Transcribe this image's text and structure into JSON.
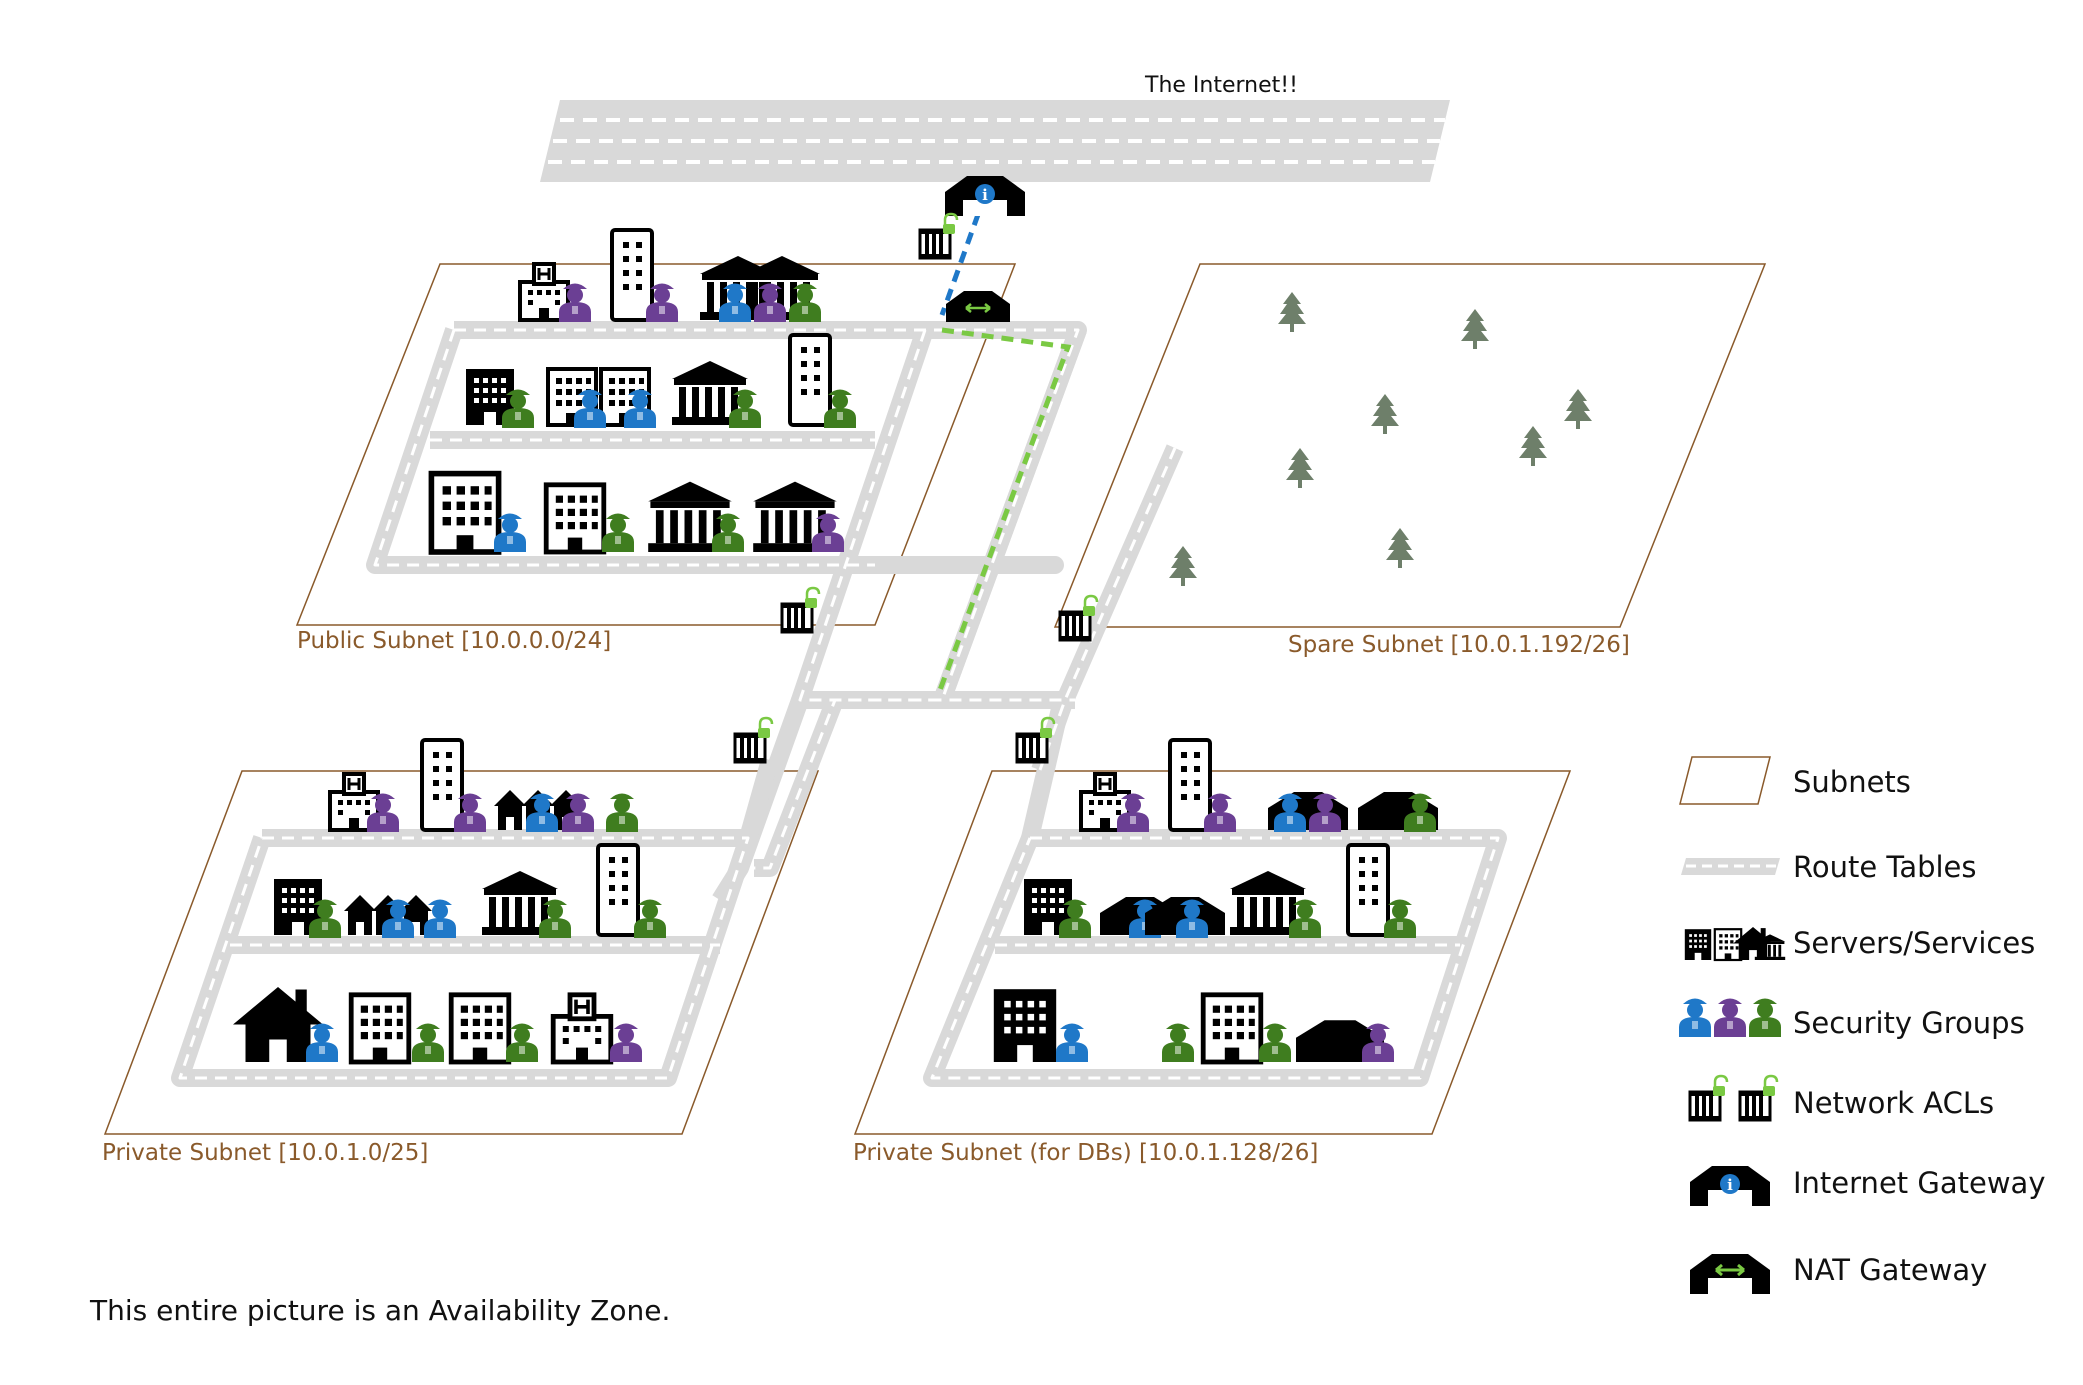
{
  "internet_label": "The Internet!!",
  "subnets": {
    "public": "Public Subnet [10.0.0.0/24]",
    "spare": "Spare Subnet [10.0.1.192/26]",
    "private": "Private Subnet [10.0.1.0/25]",
    "private_db": "Private Subnet (for DBs) [10.0.1.128/26]"
  },
  "legend": {
    "subnets": "Subnets",
    "route_tables": "Route Tables",
    "servers": "Servers/Services",
    "security_groups": "Security Groups",
    "network_acls": "Network ACLs",
    "internet_gateway": "Internet Gateway",
    "nat_gateway": "NAT Gateway"
  },
  "footer": "This entire picture is an Availability Zone.",
  "colors": {
    "subnet_border": "#8a5a2b",
    "road": "#d9d9d9",
    "road_dash": "#ffffff",
    "sg_blue": "#1f78c8",
    "sg_purple": "#6b3f94",
    "sg_green": "#3f7d1f",
    "lock_green": "#7ac943",
    "internet_path": "#1f78c8",
    "nat_path": "#7ac943",
    "tree": "#6e7f6a"
  }
}
